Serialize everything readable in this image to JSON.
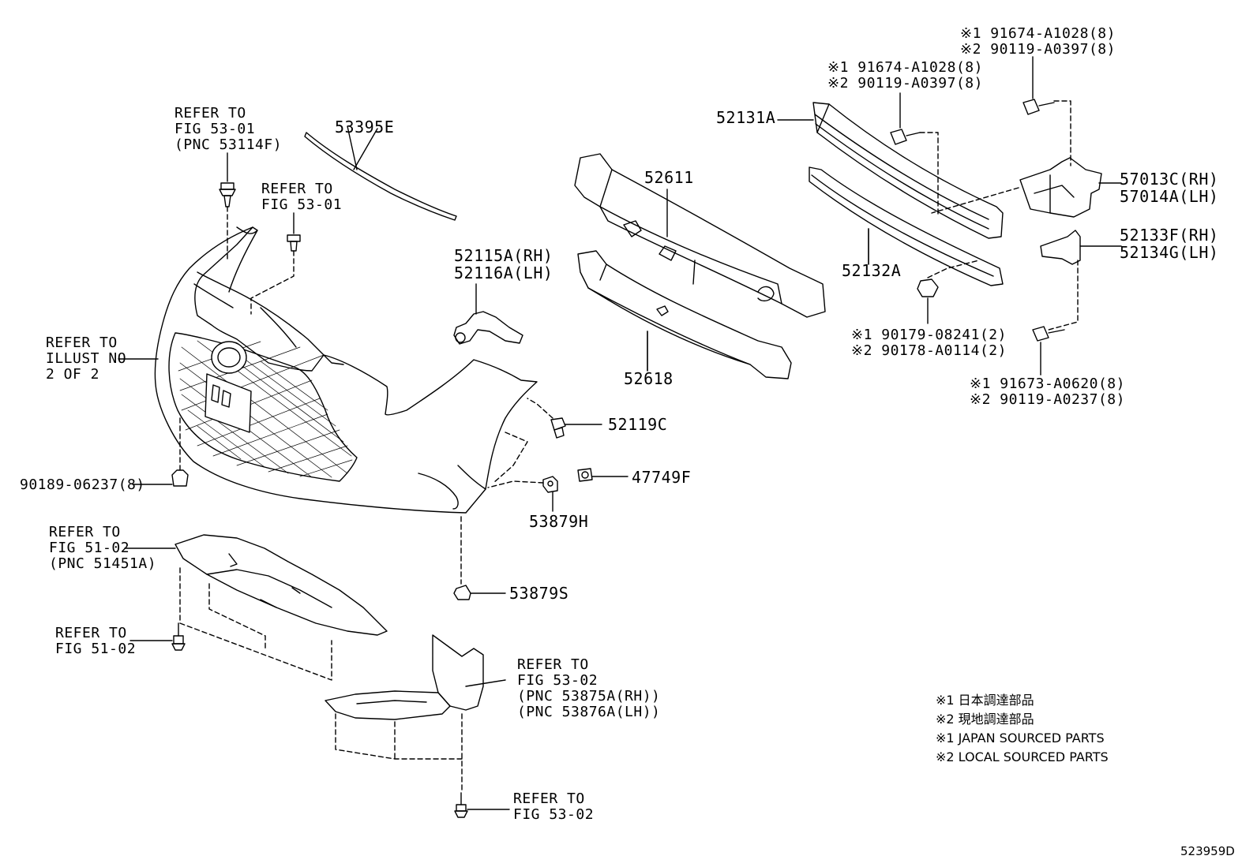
{
  "diagram": {
    "diagram_id": "523959D",
    "callouts": [
      {
        "key": "refer_53114f",
        "lines": [
          "REFER TO",
          "FIG 53-01",
          "(PNC 53114F)"
        ]
      },
      {
        "key": "refer_5301",
        "lines": [
          "REFER TO",
          "FIG 53-01"
        ]
      },
      {
        "key": "p53395e",
        "lines": [
          "53395E"
        ]
      },
      {
        "key": "p52611",
        "lines": [
          "52611"
        ]
      },
      {
        "key": "p52131a",
        "lines": [
          "52131A"
        ]
      },
      {
        "key": "bolt_top_mid",
        "lines": [
          "※1 91674-A1028(8)",
          "※2 90119-A0397(8)"
        ]
      },
      {
        "key": "bolt_top_right",
        "lines": [
          "※1 91674-A1028(8)",
          "※2 90119-A0397(8)"
        ]
      },
      {
        "key": "p57013c",
        "lines": [
          "57013C(RH)",
          "57014A(LH)"
        ]
      },
      {
        "key": "p52133f",
        "lines": [
          "52133F(RH)",
          "52134G(LH)"
        ]
      },
      {
        "key": "p52132a",
        "lines": [
          "52132A"
        ]
      },
      {
        "key": "nut_90179",
        "lines": [
          "※1 90179-08241(2)",
          "※2 90178-A0114(2)"
        ]
      },
      {
        "key": "bolt_91673",
        "lines": [
          "※1 91673-A0620(8)",
          "※2 90119-A0237(8)"
        ]
      },
      {
        "key": "p52115a",
        "lines": [
          "52115A(RH)",
          "52116A(LH)"
        ]
      },
      {
        "key": "p52618",
        "lines": [
          "52618"
        ]
      },
      {
        "key": "refer_illust",
        "lines": [
          "REFER TO",
          "ILLUST NO",
          "2 OF 2"
        ]
      },
      {
        "key": "p52119c",
        "lines": [
          "52119C"
        ]
      },
      {
        "key": "p90189",
        "lines": [
          "90189-06237(8)"
        ]
      },
      {
        "key": "p47749f",
        "lines": [
          "47749F"
        ]
      },
      {
        "key": "p53879h",
        "lines": [
          "53879H"
        ]
      },
      {
        "key": "refer_51451a",
        "lines": [
          "REFER TO",
          "FIG 51-02",
          "(PNC 51451A)"
        ]
      },
      {
        "key": "p53879s",
        "lines": [
          "53879S"
        ]
      },
      {
        "key": "refer_5102",
        "lines": [
          "REFER TO",
          "FIG 51-02"
        ]
      },
      {
        "key": "refer_53875a",
        "lines": [
          "REFER TO",
          "FIG 53-02",
          "(PNC 53875A(RH))",
          "(PNC 53876A(LH))"
        ]
      },
      {
        "key": "refer_5302",
        "lines": [
          "REFER TO",
          "FIG 53-02"
        ]
      }
    ],
    "notes": [
      "※1 日本調達部品",
      "※2 現地調達部品",
      "※1 JAPAN SOURCED PARTS",
      "※2 LOCAL SOURCED PARTS"
    ]
  }
}
